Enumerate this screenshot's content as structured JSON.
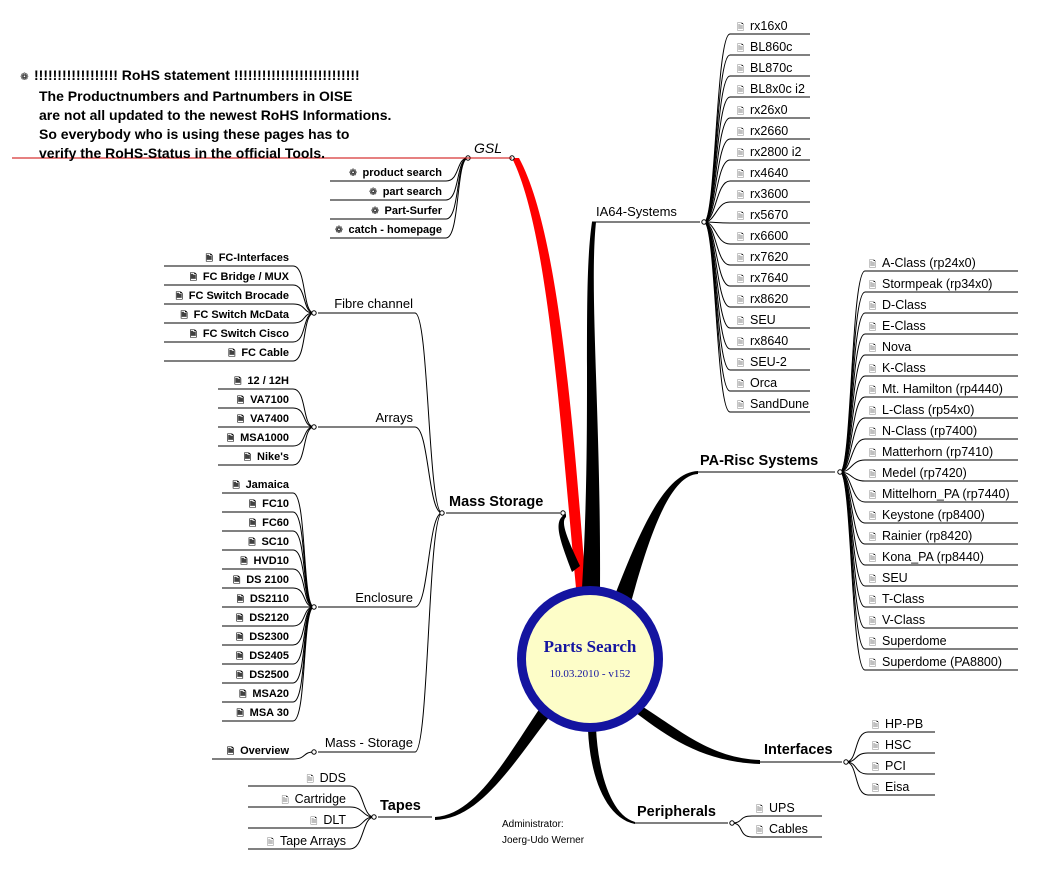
{
  "center": {
    "title": "Parts Search",
    "date": "10.03.2010 - v152"
  },
  "rohs": {
    "lines": [
      "!!!!!!!!!!!!!!!!!! RoHS statement !!!!!!!!!!!!!!!!!!!!!!!!!!!",
      "The Productnumbers and Partnumbers in OISE",
      "are not all updated to the newest RoHS Informations.",
      "So everybody who is using these pages has to",
      "verify the RoHS-Status in the official Tools."
    ]
  },
  "admin": {
    "label": "Administrator:",
    "name": "Joerg-Udo Werner"
  },
  "branches": {
    "gsl": {
      "label": "GSL",
      "items": [
        "product search",
        "part search",
        "Part-Surfer",
        "catch - homepage"
      ]
    },
    "ia64": {
      "label": "IA64-Systems",
      "items": [
        "rx16x0",
        "BL860c",
        "BL870c",
        "BL8x0c i2",
        "rx26x0",
        "rx2660",
        "rx2800 i2",
        "rx4640",
        "rx3600",
        "rx5670",
        "rx6600",
        "rx7620",
        "rx7640",
        "rx8620",
        "SEU",
        "rx8640",
        "SEU-2",
        "Orca",
        "SandDune"
      ]
    },
    "parisc": {
      "label": "PA-Risc Systems",
      "items": [
        "A-Class (rp24x0)",
        "Stormpeak (rp34x0)",
        "D-Class",
        "E-Class",
        "Nova",
        "K-Class",
        "Mt. Hamilton (rp4440)",
        "L-Class (rp54x0)",
        "N-Class (rp7400)",
        "Matterhorn (rp7410)",
        "Medel (rp7420)",
        "Mittelhorn_PA (rp7440)",
        "Keystone (rp8400)",
        "Rainier (rp8420)",
        "Kona_PA (rp8440)",
        "SEU",
        "T-Class",
        "V-Class",
        "Superdome",
        "Superdome (PA8800)"
      ]
    },
    "interfaces": {
      "label": "Interfaces",
      "items": [
        "HP-PB",
        "HSC",
        "PCI",
        "Eisa"
      ]
    },
    "peripherals": {
      "label": "Peripherals",
      "items": [
        "UPS",
        "Cables"
      ]
    },
    "tapes": {
      "label": "Tapes",
      "items": [
        "DDS",
        "Cartridge",
        "DLT",
        "Tape Arrays"
      ]
    },
    "mass": {
      "label": "Mass Storage",
      "subs": {
        "fibre": {
          "label": "Fibre channel",
          "items": [
            "FC-Interfaces",
            "FC Bridge / MUX",
            "FC Switch Brocade",
            "FC Switch McData",
            "FC Switch Cisco",
            "FC Cable"
          ]
        },
        "arrays": {
          "label": "Arrays",
          "items": [
            "12 / 12H",
            "VA7100",
            "VA7400",
            "MSA1000",
            "Nike's"
          ]
        },
        "enclosure": {
          "label": "Enclosure",
          "items": [
            "Jamaica",
            "FC10",
            "FC60",
            "SC10",
            "HVD10",
            "DS 2100",
            "DS2110",
            "DS2120",
            "DS2300",
            "DS2405",
            "DS2500",
            "MSA20",
            "MSA 30"
          ]
        },
        "massstorage": {
          "label": "Mass - Storage",
          "items": [
            "Overview"
          ]
        }
      }
    }
  },
  "icons": {
    "topic": "page-icon",
    "link": "gear-icon"
  },
  "colors": {
    "center_ring": "#1414a0",
    "center_fill": "#fdfdc8",
    "gsl_branch": "#ff0000",
    "rohs_underline": "#cc0000"
  }
}
